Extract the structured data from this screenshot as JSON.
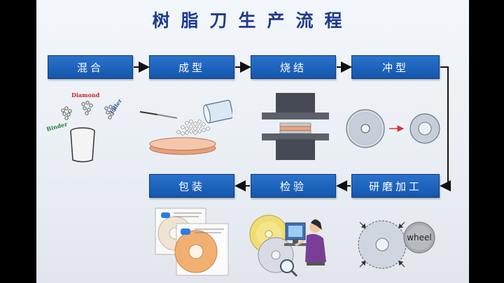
{
  "title": "树脂刀生产流程",
  "steps": {
    "mixing": "混合",
    "forming": "成型",
    "sintering": "烧结",
    "stamping": "冲型",
    "grinding": "研磨加工",
    "inspection": "检验",
    "packaging": "包装"
  },
  "mixing_labels": {
    "diamond": "Diamond",
    "filler": "Filler",
    "binder": "Binder"
  },
  "wheel_label": "wheel",
  "colors": {
    "step_fill": "#1a63bf",
    "arrow": "#000000",
    "title": "#1d3a8e",
    "diamond_label": "#c0262c",
    "filler_label": "#2d5da8",
    "binder_label": "#2c7a3a"
  }
}
